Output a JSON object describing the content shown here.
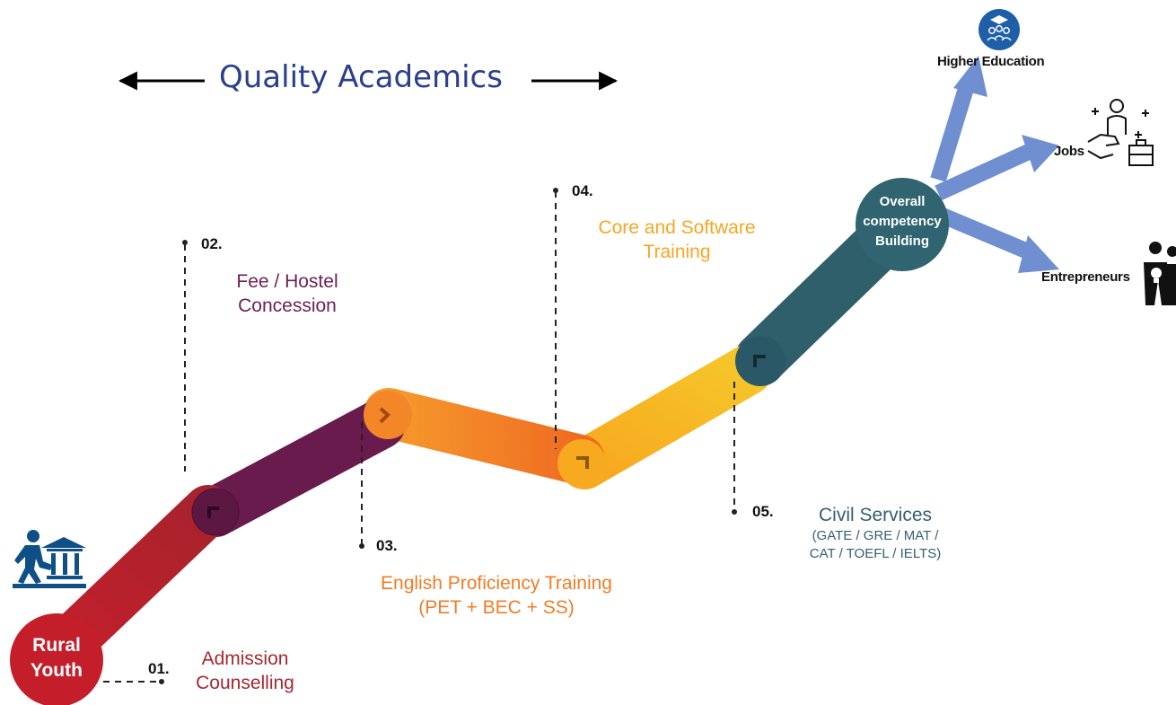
{
  "title": "Quality Academics",
  "start_node": {
    "line1": "Rural",
    "line2": "Youth"
  },
  "end_node": {
    "line1": "Overall",
    "line2": "competency",
    "line3": "Building"
  },
  "steps": [
    {
      "number": "01.",
      "line1": "Admission",
      "line2": "Counselling",
      "color": "#a52830"
    },
    {
      "number": "02.",
      "line1": "Fee / Hostel",
      "line2": "Concession",
      "color": "#6d1f55"
    },
    {
      "number": "03.",
      "line1": "English Proficiency Training",
      "line2": "(PET + BEC + SS)",
      "color": "#f07c26"
    },
    {
      "number": "04.",
      "line1": "Core and Software",
      "line2": "Training",
      "color": "#f5a623"
    },
    {
      "number": "05.",
      "line1": "Civil Services",
      "line2": "(GATE / GRE / MAT /",
      "line3": "CAT / TOEFL / IELTS)",
      "color": "#335f70"
    }
  ],
  "outcomes": [
    {
      "label": "Higher Education",
      "icon": "graduates-group-icon"
    },
    {
      "label": "Jobs",
      "icon": "job-seeker-icon"
    },
    {
      "label": "Entrepreneurs",
      "icon": "entrepreneur-idea-icon"
    }
  ],
  "colors": {
    "title": "#2b3f8c",
    "segment_red": "#b8242c",
    "segment_purple": "#6a1b4d",
    "segment_orange": "#f07b1f",
    "segment_yellow": "#f6b21f",
    "segment_teal": "#2f5f6b",
    "outcome_arrow": "#6f8fd0"
  }
}
